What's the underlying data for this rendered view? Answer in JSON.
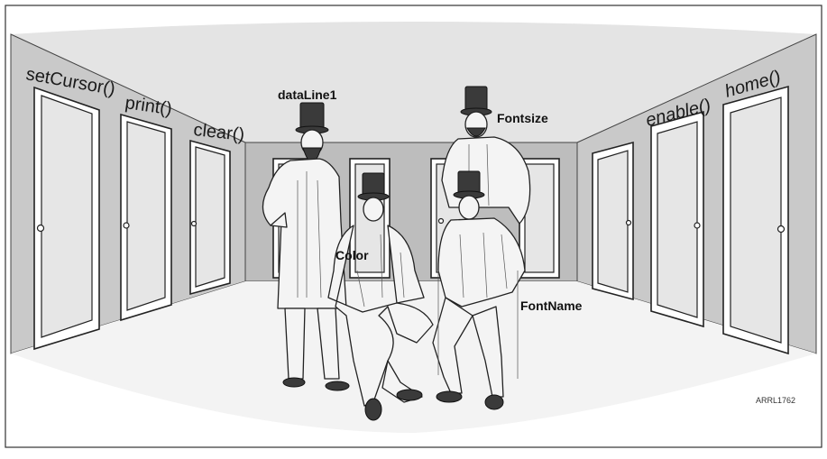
{
  "diagram": {
    "methods_left": [
      "setCursor()",
      "print()",
      "clear()"
    ],
    "methods_right": [
      "enable()",
      "home()"
    ],
    "people": {
      "standing_left": "dataLine1",
      "standing_right": "Fontsize",
      "seated_left": "Color",
      "seated_right": "FontName"
    },
    "credit": "ARRL1762"
  },
  "colors": {
    "wall": "#c8c8c8",
    "back_wall": "#b8b8b8",
    "floor": "#f2f2f2",
    "ceiling": "#e2e2e2",
    "door_panel": "#e6e6e6"
  }
}
